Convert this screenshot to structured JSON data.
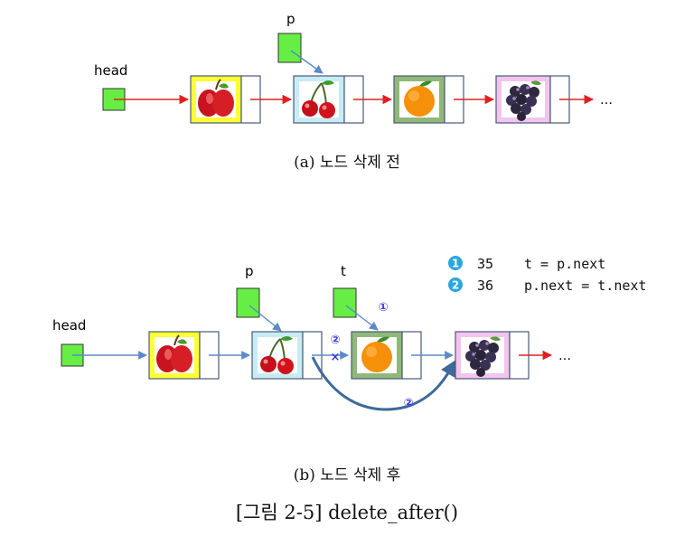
{
  "colors": {
    "pointer_box": "#66ee44",
    "null_arrow": "#e02020",
    "link_arrow": "#5a8ac8",
    "node_border": "#4a5a7a",
    "apple_frame": "#ffff33",
    "cherry_frame": "#c8ecf4",
    "orange_frame": "#90b878",
    "grape_frame": "#f2c4ee",
    "marker_blue": "#3a3ae0",
    "code_bullet": "#2aa6e0"
  },
  "icons": [
    "apple-icon",
    "cherry-icon",
    "orange-icon",
    "grape-icon"
  ],
  "diagram_a": {
    "head_label": "head",
    "p_label": "p",
    "ellipsis": "…",
    "caption": "(a) 노드 삭제 전"
  },
  "diagram_b": {
    "head_label": "head",
    "p_label": "p",
    "t_label": "t",
    "ellipsis": "…",
    "step_marker_1": "①",
    "step_marker_2": "②",
    "cut_mark": "×",
    "caption": "(b) 노드 삭제 후"
  },
  "code_legend": [
    {
      "num": "1",
      "line": "35",
      "code": "t = p.next"
    },
    {
      "num": "2",
      "line": "36",
      "code": "p.next = t.next"
    }
  ],
  "figure_title": "[그림 2-5] delete_after()"
}
